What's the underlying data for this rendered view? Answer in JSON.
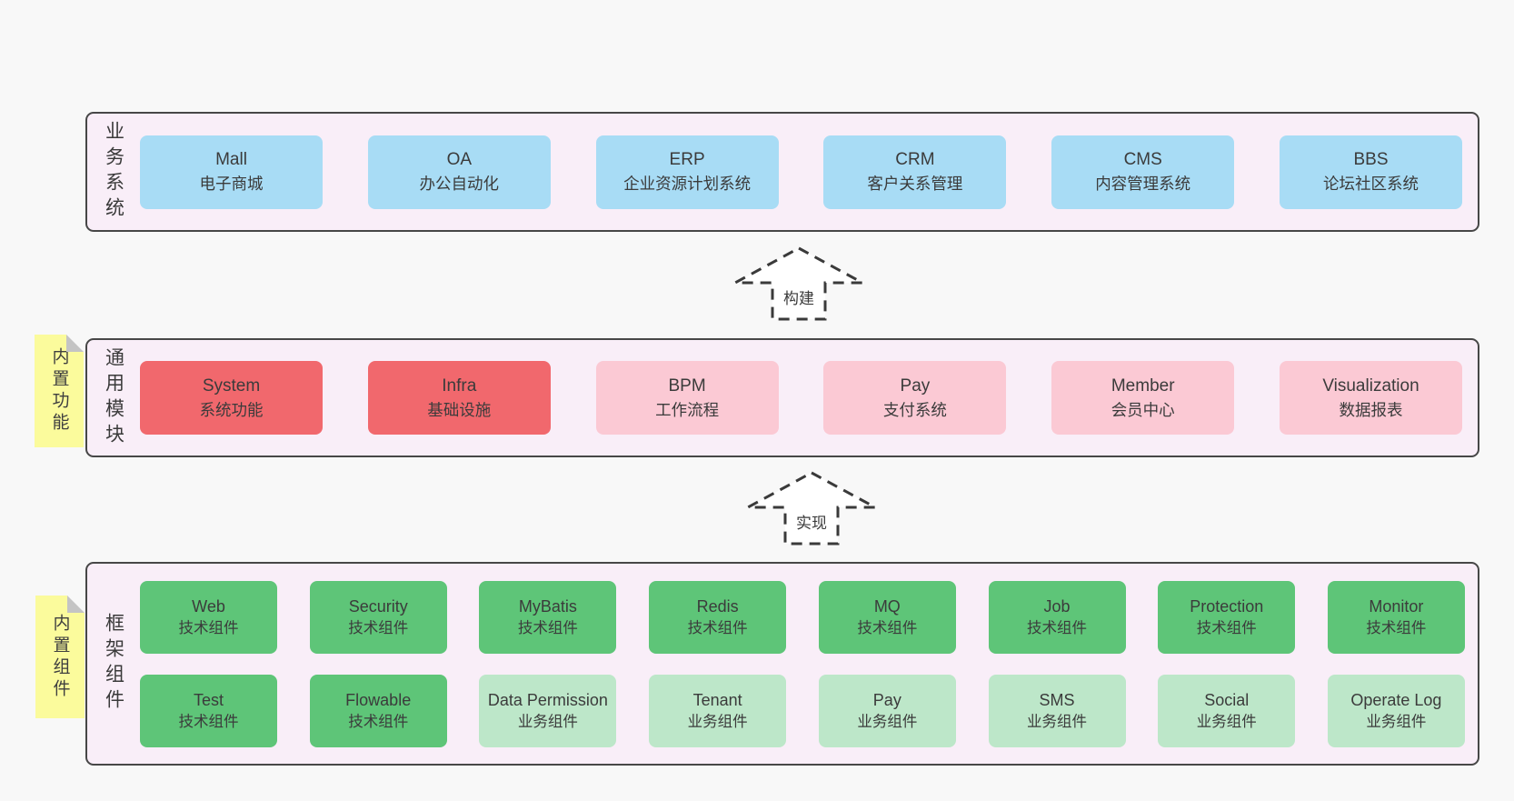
{
  "palette": {
    "page_background": "#f8f8f8",
    "container_fill": "#f9eef8",
    "container_border": "#474747",
    "business_box": "#a8dcf5",
    "core_module_box": "#f1686d",
    "optional_module_box": "#fbc9d4",
    "tech_component_box": "#5ec578",
    "biz_component_box": "#bde7c9",
    "sticky_note": "#fbfb9c",
    "text": "#3b3b3b"
  },
  "arrows": [
    {
      "label": "构建"
    },
    {
      "label": "实现"
    }
  ],
  "sections": {
    "business": {
      "label": "业务系统",
      "boxes": [
        {
          "title": "Mall",
          "subtitle": "电子商城",
          "variant": "blue"
        },
        {
          "title": "OA",
          "subtitle": "办公自动化",
          "variant": "blue"
        },
        {
          "title": "ERP",
          "subtitle": "企业资源计划系统",
          "variant": "blue"
        },
        {
          "title": "CRM",
          "subtitle": "客户关系管理",
          "variant": "blue"
        },
        {
          "title": "CMS",
          "subtitle": "内容管理系统",
          "variant": "blue"
        },
        {
          "title": "BBS",
          "subtitle": "论坛社区系统",
          "variant": "blue"
        }
      ]
    },
    "common": {
      "label": "通用模块",
      "sticky": "内置功能",
      "boxes": [
        {
          "title": "System",
          "subtitle": "系统功能",
          "variant": "red"
        },
        {
          "title": "Infra",
          "subtitle": "基础设施",
          "variant": "red"
        },
        {
          "title": "BPM",
          "subtitle": "工作流程",
          "variant": "pink"
        },
        {
          "title": "Pay",
          "subtitle": "支付系统",
          "variant": "pink"
        },
        {
          "title": "Member",
          "subtitle": "会员中心",
          "variant": "pink"
        },
        {
          "title": "Visualization",
          "subtitle": "数据报表",
          "variant": "pink"
        }
      ]
    },
    "framework": {
      "label": "框架组件",
      "sticky": "内置组件",
      "rows": [
        [
          {
            "title": "Web",
            "subtitle": "技术组件",
            "variant": "green"
          },
          {
            "title": "Security",
            "subtitle": "技术组件",
            "variant": "green"
          },
          {
            "title": "MyBatis",
            "subtitle": "技术组件",
            "variant": "green"
          },
          {
            "title": "Redis",
            "subtitle": "技术组件",
            "variant": "green"
          },
          {
            "title": "MQ",
            "subtitle": "技术组件",
            "variant": "green"
          },
          {
            "title": "Job",
            "subtitle": "技术组件",
            "variant": "green"
          },
          {
            "title": "Protection",
            "subtitle": "技术组件",
            "variant": "green"
          },
          {
            "title": "Monitor",
            "subtitle": "技术组件",
            "variant": "green"
          }
        ],
        [
          {
            "title": "Test",
            "subtitle": "技术组件",
            "variant": "green"
          },
          {
            "title": "Flowable",
            "subtitle": "技术组件",
            "variant": "green"
          },
          {
            "title": "Data Permission",
            "subtitle": "业务组件",
            "variant": "lightgreen"
          },
          {
            "title": "Tenant",
            "subtitle": "业务组件",
            "variant": "lightgreen"
          },
          {
            "title": "Pay",
            "subtitle": "业务组件",
            "variant": "lightgreen"
          },
          {
            "title": "SMS",
            "subtitle": "业务组件",
            "variant": "lightgreen"
          },
          {
            "title": "Social",
            "subtitle": "业务组件",
            "variant": "lightgreen"
          },
          {
            "title": "Operate Log",
            "subtitle": "业务组件",
            "variant": "lightgreen"
          }
        ]
      ]
    }
  }
}
